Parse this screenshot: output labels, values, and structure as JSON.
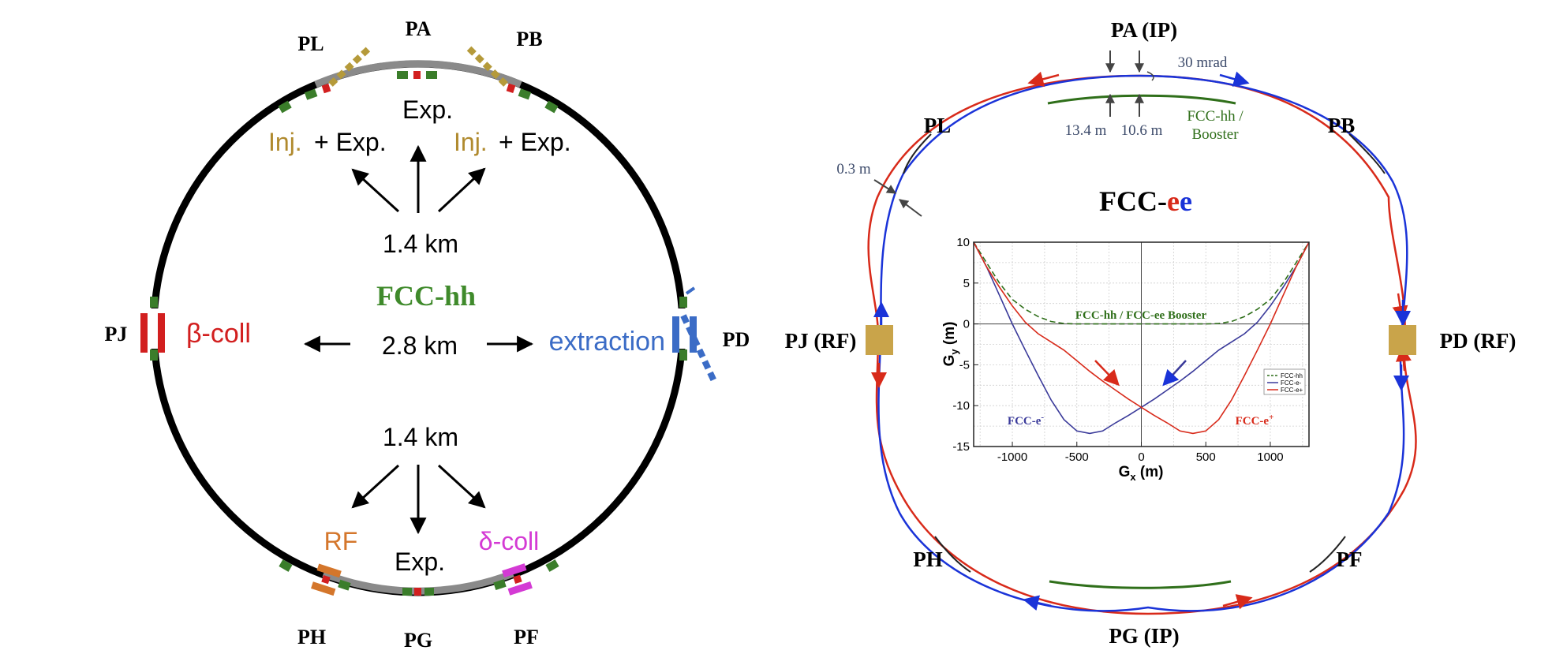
{
  "left": {
    "name": "FCC-hh",
    "points": {
      "pa": "PA",
      "pb": "PB",
      "pl": "PL",
      "pd": "PD",
      "pj": "PJ",
      "ph": "PH",
      "pg": "PG",
      "pf": "PF"
    },
    "labels": {
      "exp_top": "Exp.",
      "inj_left": "Inj.",
      "exp_left": "+ Exp.",
      "inj_right": "Inj.",
      "exp_right": "+ Exp.",
      "dist_top": "1.4 km",
      "dist_mid": "2.8 km",
      "dist_bottom": "1.4 km",
      "beta_coll": "β-coll",
      "extraction": "extraction",
      "rf": "RF",
      "exp_bottom": "Exp.",
      "delta_coll": "δ-coll"
    },
    "colors": {
      "ring": "#000000",
      "straight": "#8a8a8a",
      "green": "#3a7d2a",
      "red": "#d21f1f",
      "gold": "#b59a3a",
      "inj": "#b08a2e",
      "blue": "#3b6cc6",
      "orange": "#d4762b",
      "magenta": "#d43ad4",
      "name": "#3f8a2b"
    }
  },
  "right": {
    "name_prefix": "FCC-",
    "name_e1": "e",
    "name_e2": "e",
    "points": {
      "pa": "PA (IP)",
      "pb": "PB",
      "pl": "PL",
      "pd": "PD (RF)",
      "pj": "PJ (RF)",
      "ph": "PH",
      "pg": "PG (IP)",
      "pf": "PF"
    },
    "labels": {
      "mrad": "30 mrad",
      "d134": "13.4 m",
      "d106": "10.6 m",
      "booster_1": "FCC-hh /",
      "booster_2": "Booster",
      "d03": "0.3 m"
    },
    "colors": {
      "red": "#d82a1a",
      "blue": "#1a33d8",
      "green": "#2f6f1a",
      "annot": "#3c4a6a",
      "rf_box": "#c9a44a"
    }
  },
  "chart_data": {
    "type": "line",
    "xlabel_main": "G",
    "xlabel_sub": "x",
    "xlabel_unit": " (m)",
    "ylabel_main": "G",
    "ylabel_sub": "y",
    "ylabel_unit": " (m)",
    "xlim": [
      -1300,
      1300
    ],
    "ylim": [
      -15,
      10
    ],
    "xticks": [
      -1000,
      -500,
      0,
      500,
      1000
    ],
    "yticks": [
      10,
      5,
      0,
      -5,
      -10,
      -15
    ],
    "xtick_labels": [
      "-1000",
      "-500",
      "0",
      "500",
      "1000"
    ],
    "ytick_labels": [
      "10",
      "5",
      "0",
      "-5",
      "-10",
      "-15"
    ],
    "grid": true,
    "legend_position": "bottom-right",
    "series": [
      {
        "name": "FCC-hh",
        "color": "#2f6f1a",
        "dash": true,
        "x": [
          -1300,
          -1200,
          -1100,
          -1000,
          -900,
          -800,
          -700,
          -600,
          -500,
          0,
          500,
          600,
          700,
          800,
          900,
          1000,
          1100,
          1200,
          1300
        ],
        "y": [
          10,
          7.5,
          5,
          3,
          1.8,
          0.9,
          0.3,
          0.05,
          0,
          0,
          0,
          0.05,
          0.3,
          0.9,
          1.8,
          3,
          5,
          7.5,
          10
        ]
      },
      {
        "name": "FCC-e-",
        "color": "#3a3a9a",
        "dash": false,
        "x": [
          -1300,
          -1200,
          -1100,
          -1000,
          -900,
          -800,
          -700,
          -600,
          -500,
          -400,
          -300,
          -200,
          -100,
          0,
          100,
          200,
          300,
          400,
          500,
          600,
          700,
          800,
          900,
          1000,
          1100,
          1200,
          1300
        ],
        "y": [
          10,
          7,
          3.5,
          0,
          -3.2,
          -6.3,
          -9.3,
          -11.7,
          -13.1,
          -13.4,
          -13.1,
          -12.1,
          -11.2,
          -10.2,
          -9.2,
          -8.1,
          -7.0,
          -5.8,
          -4.5,
          -3.2,
          -2.2,
          -1.2,
          0.2,
          2.2,
          4.5,
          7,
          10
        ]
      },
      {
        "name": "FCC-e+",
        "color": "#d82a1a",
        "dash": false,
        "x": [
          -1300,
          -1200,
          -1100,
          -1000,
          -900,
          -800,
          -700,
          -600,
          -500,
          -400,
          -300,
          -200,
          -100,
          0,
          100,
          200,
          300,
          400,
          500,
          600,
          700,
          800,
          900,
          1000,
          1100,
          1200,
          1300
        ],
        "y": [
          10,
          7,
          4.5,
          2.2,
          0.2,
          -1.2,
          -2.2,
          -3.2,
          -4.5,
          -5.8,
          -7.0,
          -8.1,
          -9.2,
          -10.2,
          -11.2,
          -12.1,
          -13.1,
          -13.4,
          -13.1,
          -11.7,
          -9.3,
          -6.3,
          -3.2,
          0,
          3.5,
          7,
          10
        ]
      }
    ],
    "annotations": {
      "booster_label": "FCC-hh / FCC-ee Booster",
      "eminus_main": "FCC-e",
      "eminus_sup": "-",
      "eplus_main": "FCC-e",
      "eplus_sup": "+"
    }
  }
}
